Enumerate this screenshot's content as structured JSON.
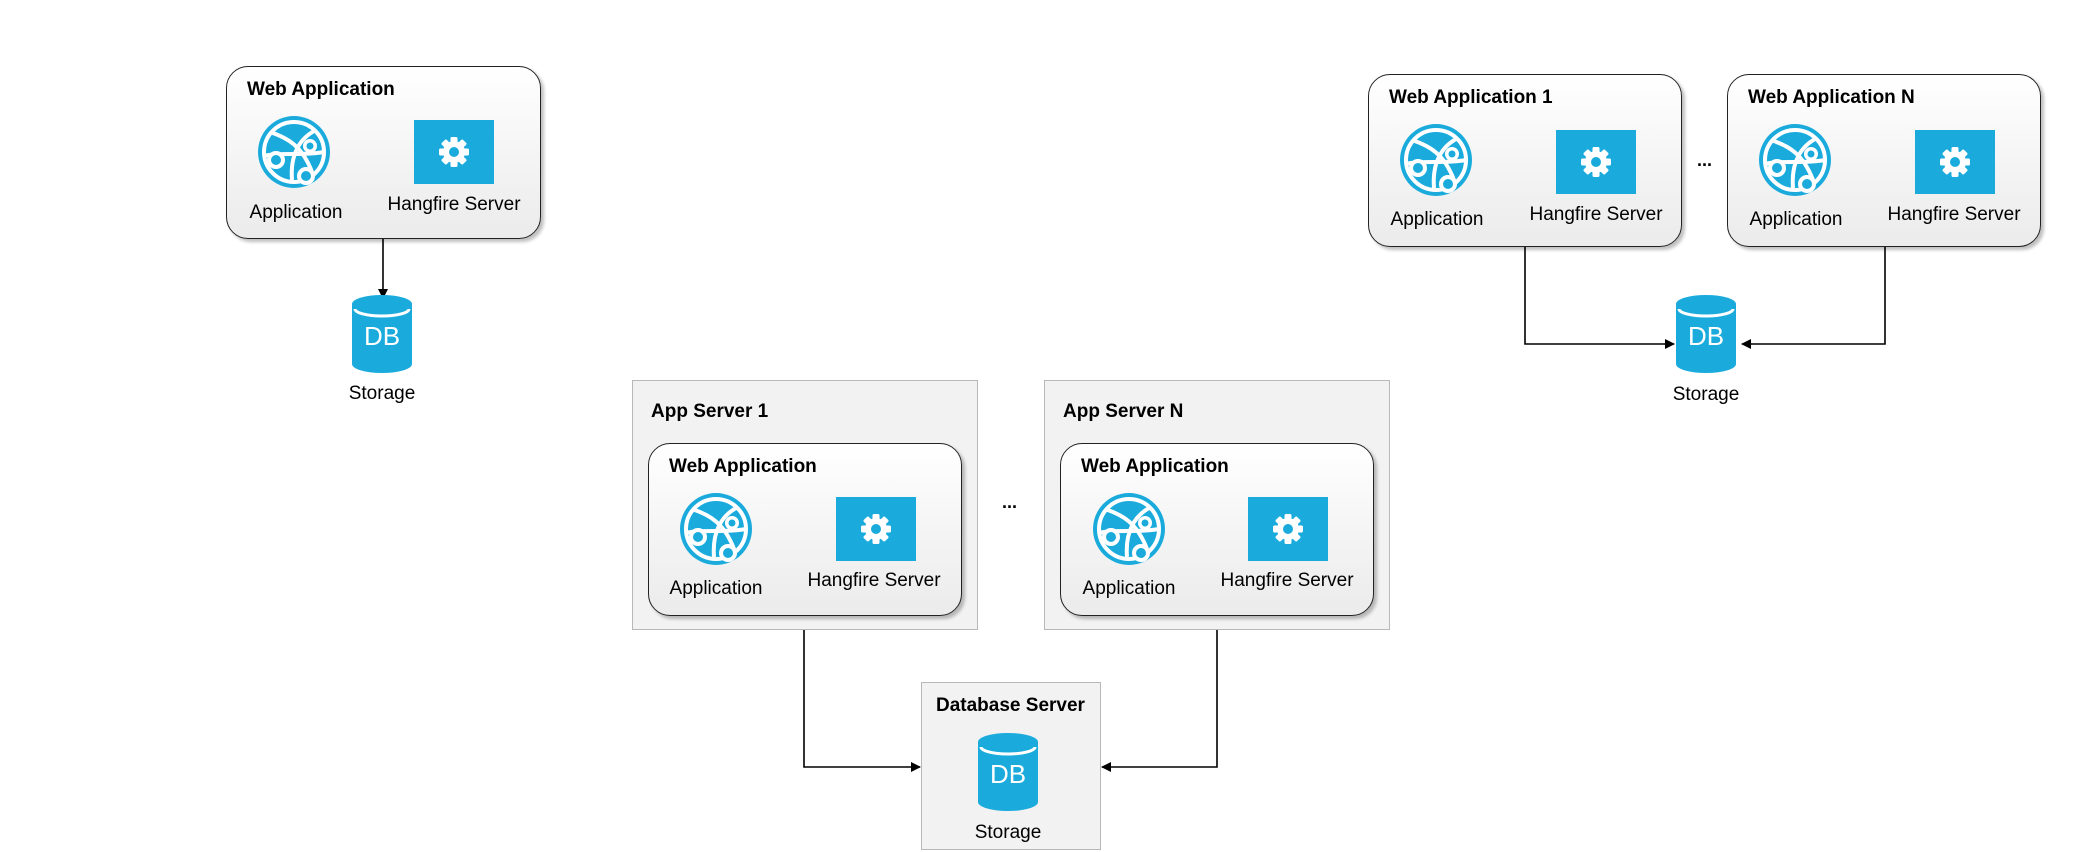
{
  "labels": {
    "web_application": "Web Application",
    "web_application_1": "Web Application 1",
    "web_application_n": "Web Application N",
    "app_server_1": "App Server 1",
    "app_server_n": "App Server N",
    "database_server": "Database Server",
    "application": "Application",
    "hangfire_server": "Hangfire Server",
    "storage": "Storage",
    "ellipsis": "..."
  },
  "icons": {
    "application": "globe-icon",
    "hangfire_server": "gear-icon",
    "storage": "database-icon",
    "db_text": "DB"
  },
  "colors": {
    "accent": "#1aabdc"
  }
}
